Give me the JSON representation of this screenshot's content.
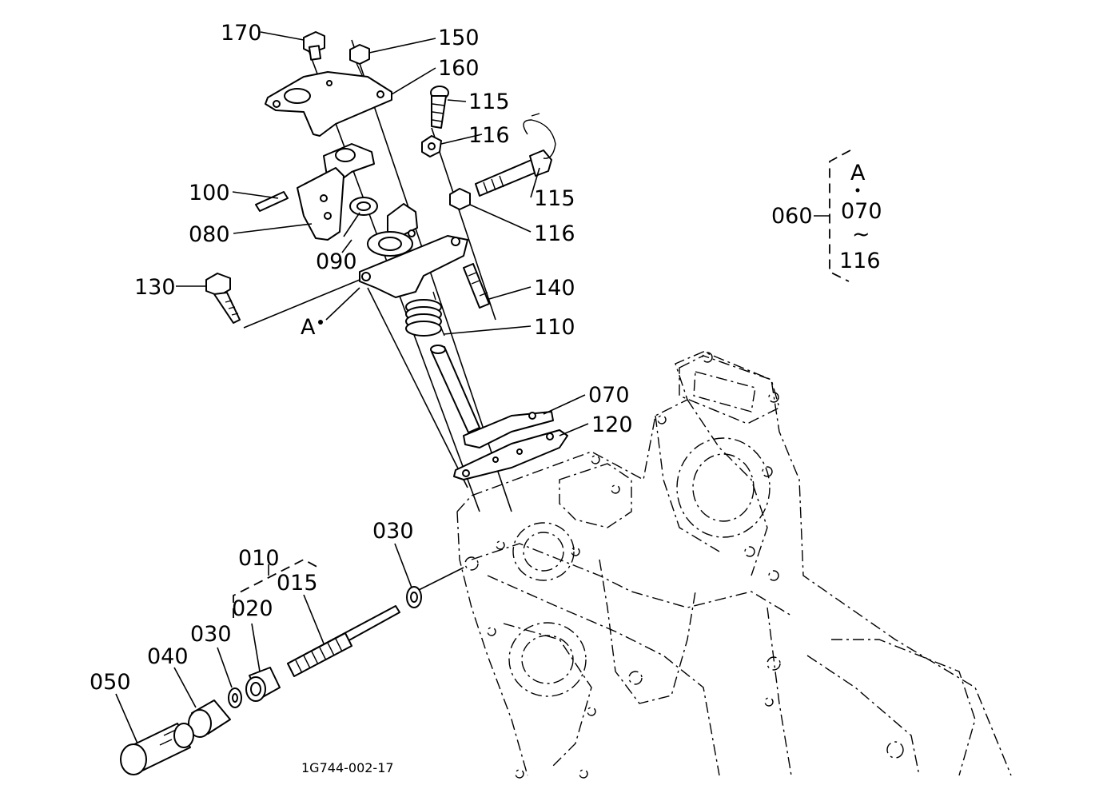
{
  "diagram": {
    "code": "1G744-002-17",
    "labels": {
      "p170": "170",
      "p150": "150",
      "p160": "160",
      "p115a": "115",
      "p116a": "116",
      "p115b": "115",
      "p116b": "116",
      "p100": "100",
      "p080": "080",
      "p090": "090",
      "p130": "130",
      "p140": "140",
      "p110": "110",
      "pA": "A",
      "p070": "070",
      "p120": "120",
      "p030a": "030",
      "p010": "010",
      "p015": "015",
      "p020": "020",
      "p030b": "030",
      "p040": "040",
      "p050": "050"
    },
    "assembly": {
      "parent": "060",
      "head": "A",
      "from": "070",
      "range_sign": "~",
      "to": "116"
    }
  }
}
